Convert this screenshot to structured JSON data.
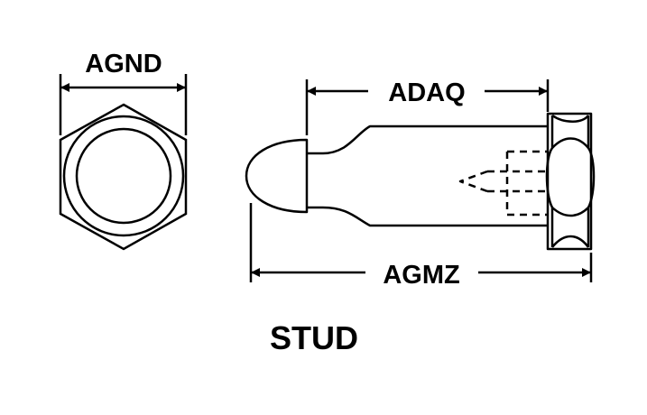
{
  "dimensions": {
    "hex_width_label": "AGND",
    "body_length_label": "ADAQ",
    "overall_length_label": "AGMZ"
  },
  "part_name": "STUD",
  "colors": {
    "line": "#000000",
    "background": "#ffffff"
  }
}
